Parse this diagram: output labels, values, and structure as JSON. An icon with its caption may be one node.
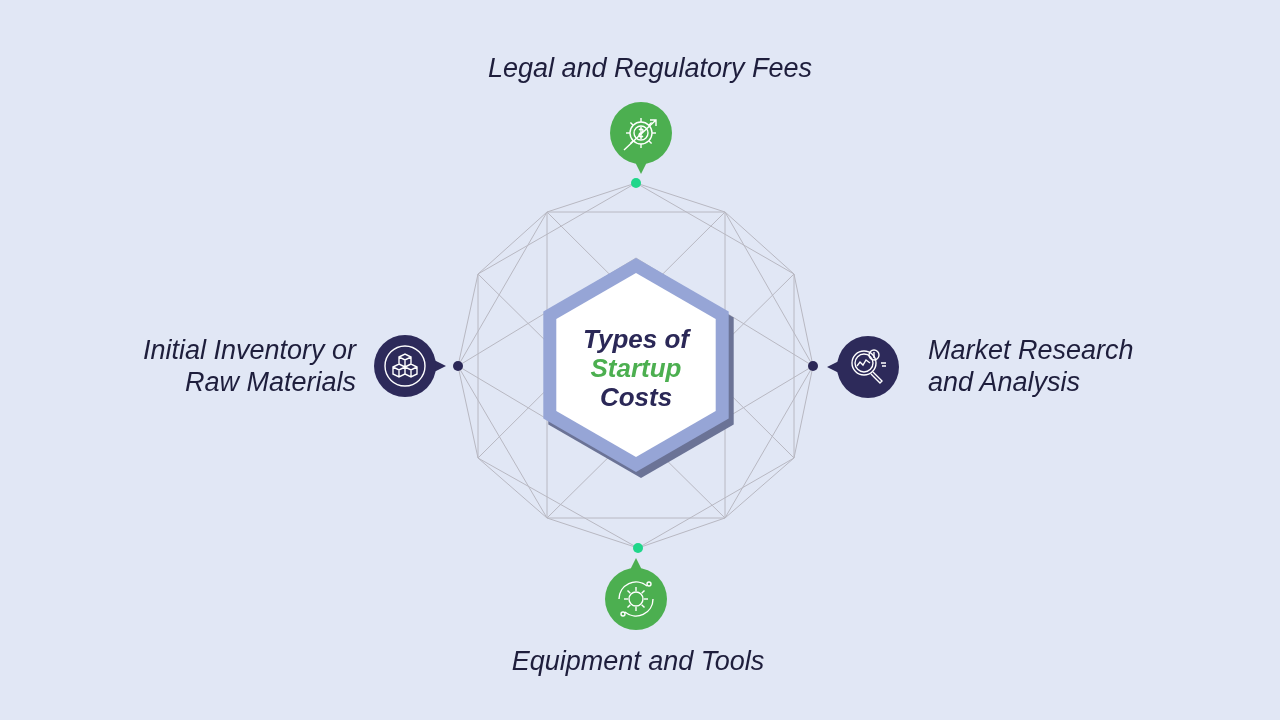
{
  "diagram": {
    "nodes": [
      {
        "text": [
          "Types of Startup Costs"
        ]
      },
      {
        "text": [
          "Legal and Regulatory Fees"
        ]
      },
      {
        "text": [
          "Initial Inventory or Raw Materials"
        ]
      },
      {
        "text": [
          "Market Research and Analysis"
        ]
      },
      {
        "text": [
          "Equipment and Tools"
        ]
      }
    ]
  }
}
